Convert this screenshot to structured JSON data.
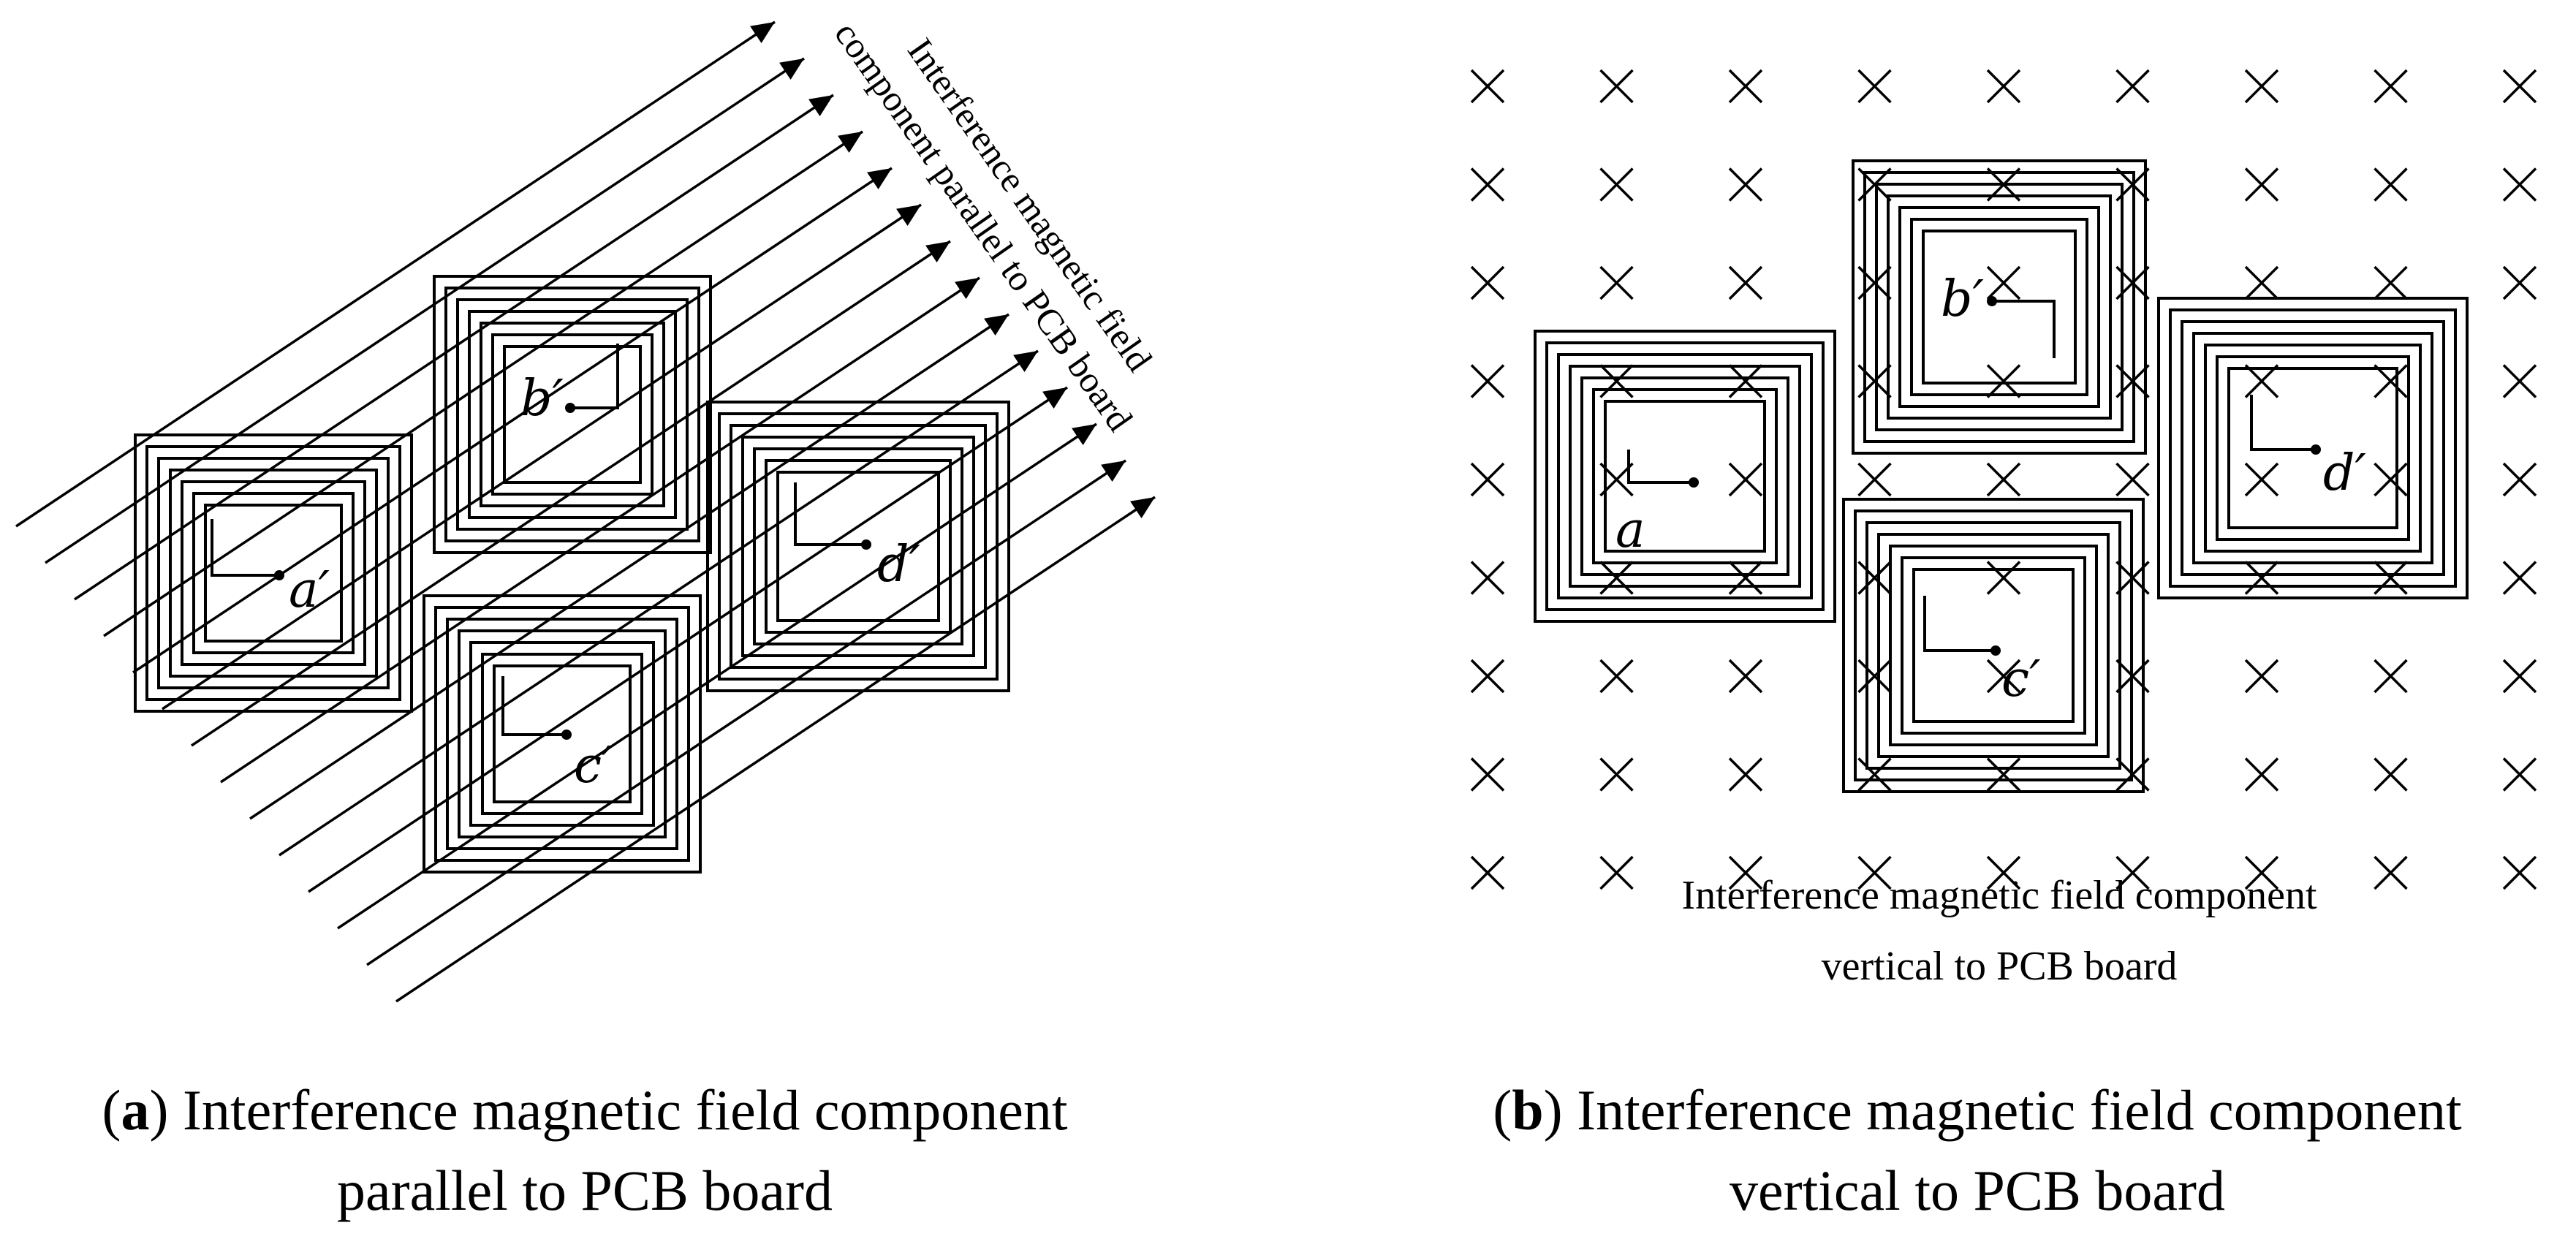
{
  "panel_a": {
    "field_label_line1": "Interference magnetic field",
    "field_label_line2": "component parallel to PCB board",
    "coil_labels": {
      "a": "a′",
      "b": "b′",
      "c": "c′",
      "d": "d′"
    },
    "caption_letter": "a",
    "caption_line1": " Interference magnetic field component",
    "caption_line2": "parallel to PCB board"
  },
  "panel_b": {
    "field_label_line1": "Interference magnetic field component",
    "field_label_line2": "vertical to PCB board",
    "coil_labels": {
      "a": "a",
      "b": "b′",
      "c": "c′",
      "d": "d′"
    },
    "caption_letter": "b",
    "caption_line1": " Interference magnetic field component",
    "caption_line2": "vertical to PCB board"
  }
}
